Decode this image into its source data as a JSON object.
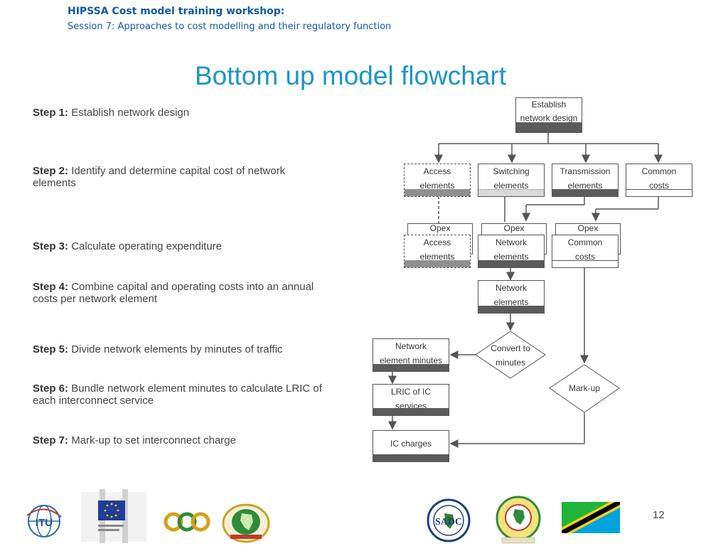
{
  "header": {
    "workshop": "HIPSSA Cost model training workshop:",
    "session": "Session 7: Approaches to cost modelling and their regulatory function"
  },
  "title": "Bottom up model flowchart",
  "steps": [
    {
      "label": "Step 1:",
      "text": "Establish network design"
    },
    {
      "label": "Step 2:",
      "text": "Identify and determine capital cost of network elements"
    },
    {
      "label": "Step 3:",
      "text": "Calculate operating expenditure"
    },
    {
      "label": "Step 4:",
      "text": "Combine capital and operating costs into an annual costs per network element"
    },
    {
      "label": "Step 5:",
      "text": "Divide network elements by minutes of traffic"
    },
    {
      "label": "Step 6:",
      "text": "Bundle network element minutes to calculate LRIC of each interconnect service"
    },
    {
      "label": "Step 7:",
      "text": "Mark-up to set interconnect charge"
    }
  ],
  "flowchart": {
    "establish": [
      "Establish",
      "network design"
    ],
    "access": [
      "Access",
      "elements"
    ],
    "switching": [
      "Switching",
      "elements"
    ],
    "transmission": [
      "Transmission",
      "elements"
    ],
    "common": [
      "Common",
      "costs"
    ],
    "opex_label": "Opex",
    "opex_access": [
      "Access",
      "elements"
    ],
    "opex_network": [
      "Network",
      "elements"
    ],
    "opex_common": [
      "Common",
      "costs"
    ],
    "network_elements": [
      "Network",
      "elements"
    ],
    "convert": [
      "Convert to",
      "minutes"
    ],
    "ne_minutes": [
      "Network",
      "element minutes"
    ],
    "markup": "Mark-up",
    "lric": [
      "LRIC of IC",
      "services"
    ],
    "ic_charges": "IC charges"
  },
  "colors": {
    "title": "#1b95c7",
    "header": "#0f5aa8",
    "bar_dark": "#5b5b5b",
    "bar_mid": "#8f8f8f",
    "bar_light": "#d9d9d9"
  },
  "logos": [
    "ITU",
    "European Commission",
    "acp",
    "African Union",
    "SADC",
    "East African Community",
    "Tanzania flag"
  ],
  "page_number": "12"
}
